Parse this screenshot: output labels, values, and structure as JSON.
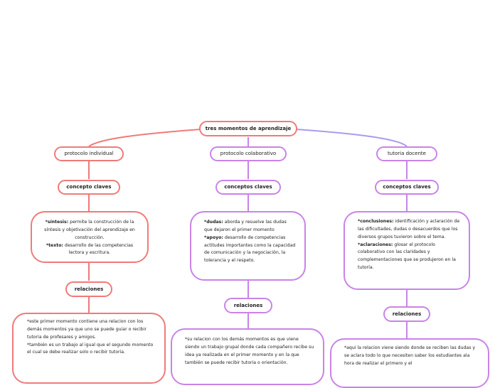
{
  "root": {
    "label": "tres momentos de aprendizaje"
  },
  "branches": [
    {
      "title": "protocolo individual",
      "concept": "concepto claves",
      "concept_items": [
        {
          "term": "*síntesis:",
          "text": " permite la construcción de la síntesis y objetivación del aprendizaje en construcción."
        },
        {
          "term": "*texto:",
          "text": " desarrollo de las competencias lectora y escritura."
        }
      ],
      "relations": "relaciones",
      "relation_lines": [
        "*este primer momento contiene una relacion con los demás momentos ya que uno se puede guiar o recibir tutoria de profesares y amigos.",
        "*también es un trabajo al igual que el segundo momento el cual se debe realizar solo o recibir tutoria."
      ]
    },
    {
      "title": "protocolo colaborativo",
      "concept": "conceptos claves",
      "concept_items": [
        {
          "term": "*dudas:",
          "text": " aborda y resuelve las dudas que dejaron el primer momento"
        },
        {
          "term": "*apoyo:",
          "text": " desarrollo de competencias actitudes importantes como la capacidad de comunicación y la negociación, la tolerancia y el respeto."
        }
      ],
      "relations": "relaciones",
      "relation_lines": [
        "*su relacion con los demás momentos es que viene siendo un trabajo grupal donde cada compañero recibe su idea ya realizada en el primer momento y en la que también se puede recibir tutoria o orientación."
      ]
    },
    {
      "title": "tutoria docente",
      "concept": "conceptos claves",
      "concept_items": [
        {
          "term": "*conclusiones:",
          "text": " identificación y aclaración de las dificultades, dudas o desacuerdos que los diversos grupos tuvieron sobre el tema."
        },
        {
          "term": "*aclaraciones:",
          "text": " glosar el protocolo colaborativo con las claridades y complementaciones que se produjeron en la tutoría."
        }
      ],
      "relations": "relaciones",
      "relation_lines": [
        "*aqui la relacion viene siendo donde se reciben las dudas y se aclara todo lo que necesiten saber los estudiantes ala hora de realizar el primero y el"
      ]
    }
  ],
  "colors": {
    "individual": "#f07a7a",
    "colaborativo": "#c983e8",
    "tutoria": "#a99bf2"
  }
}
